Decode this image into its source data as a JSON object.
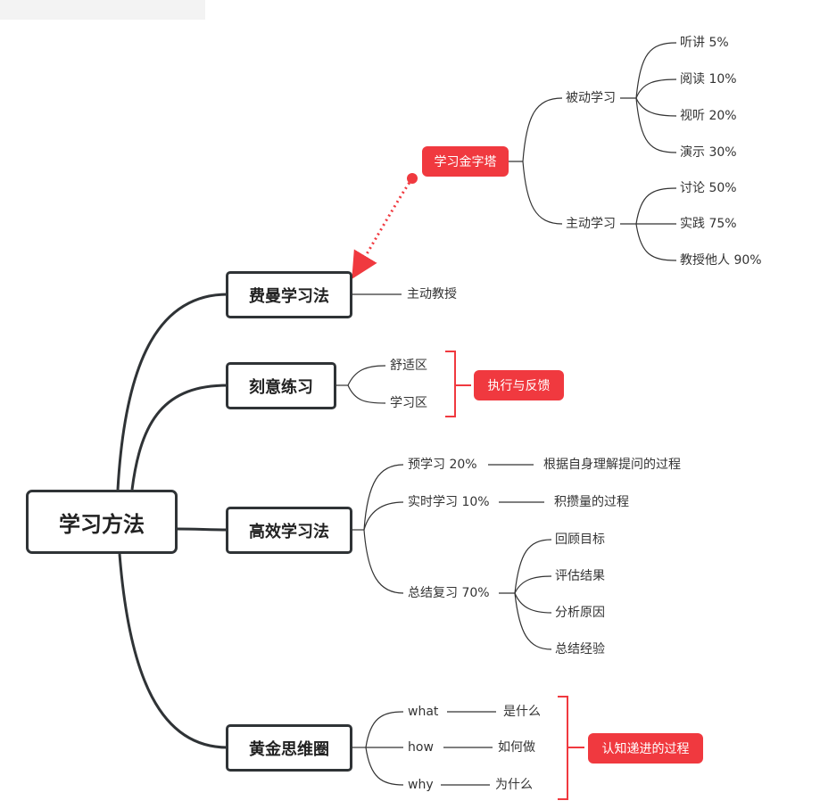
{
  "root": "学习方法",
  "branches": {
    "feynman": {
      "title": "费曼学习法",
      "child": "主动教授"
    },
    "pyramid": {
      "title": "学习金字塔",
      "passive": {
        "label": "被动学习",
        "items": [
          "听讲 5%",
          "阅读 10%",
          "视听 20%",
          "演示 30%"
        ]
      },
      "active": {
        "label": "主动学习",
        "items": [
          "讨论 50%",
          "实践 75%",
          "教授他人 90%"
        ]
      }
    },
    "deliberate": {
      "title": "刻意练习",
      "items": [
        "舒适区",
        "学习区"
      ],
      "summary": "执行与反馈"
    },
    "efficient": {
      "title": "高效学习法",
      "pre": {
        "label": "预学习 20%",
        "detail": "根据自身理解提问的过程"
      },
      "realtime": {
        "label": "实时学习 10%",
        "detail": "积攒量的过程"
      },
      "review": {
        "label": "总结复习 70%",
        "items": [
          "回顾目标",
          "评估结果",
          "分析原因",
          "总结经验"
        ]
      }
    },
    "golden": {
      "title": "黄金思维圈",
      "rows": [
        {
          "en": "what",
          "zh": "是什么"
        },
        {
          "en": "how",
          "zh": "如何做"
        },
        {
          "en": "why",
          "zh": "为什么"
        }
      ],
      "summary": "认知递进的过程"
    }
  },
  "colors": {
    "line": "#2f3336",
    "accent": "#f0393f",
    "text": "#333333"
  }
}
